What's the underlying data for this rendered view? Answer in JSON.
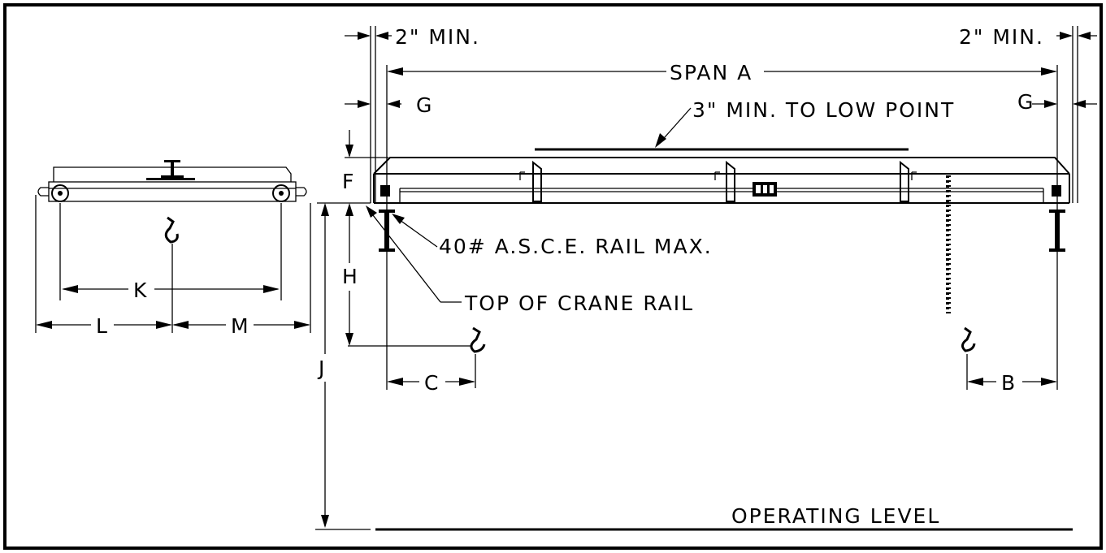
{
  "diagram": {
    "dimensions": {
      "clearance_left": "2\" MIN.",
      "clearance_right": "2\" MIN.",
      "span": "SPAN A",
      "low_point": "3\" MIN. TO LOW POINT",
      "g_left": "G",
      "g_right": "G",
      "f": "F",
      "h": "H",
      "j": "J",
      "k": "K",
      "l": "L",
      "m": "M",
      "b": "B",
      "c": "C"
    },
    "notes": {
      "rail_max": "40# A.S.C.E. RAIL MAX.",
      "rail_top": "TOP OF CRANE RAIL",
      "operating_level": "OPERATING LEVEL"
    }
  }
}
